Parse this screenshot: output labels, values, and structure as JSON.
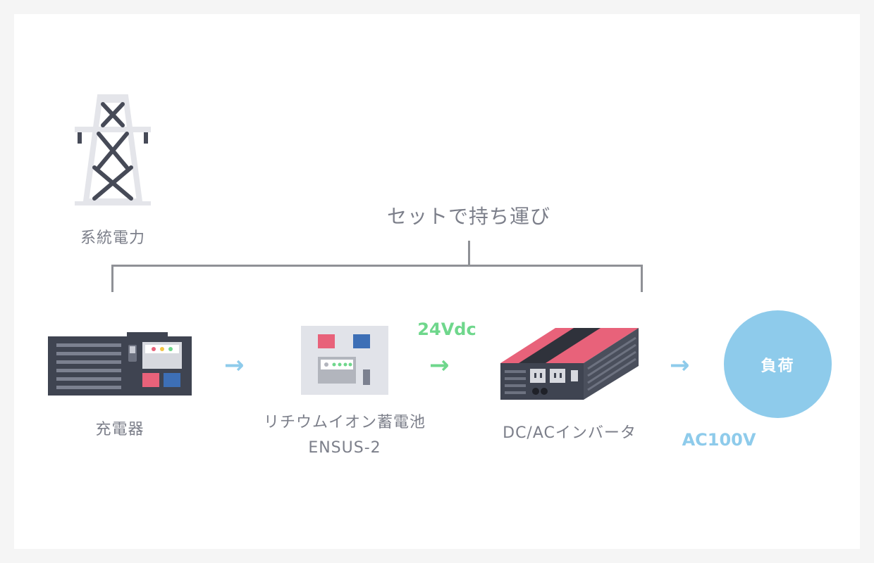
{
  "grid": {
    "label": "系統電力",
    "icon": "power-tower-icon"
  },
  "bracket": {
    "label": "セットで持ち運び"
  },
  "charger": {
    "label": "充電器",
    "icon": "charger-icon"
  },
  "battery": {
    "label": "リチウムイオン蓄電池",
    "model": "ENSUS-2",
    "icon": "battery-unit-icon"
  },
  "voltage_dc": "24Vdc",
  "inverter": {
    "label": "DC/ACインバータ",
    "icon": "inverter-icon"
  },
  "voltage_ac": "AC100V",
  "load": {
    "label": "負荷"
  },
  "colors": {
    "arrow_blue": "#8ecbeb",
    "arrow_green": "#6fd78c",
    "accent_red": "#e8627a",
    "accent_blue": "#3d6fb6",
    "device_dark": "#3f4451",
    "label_gray": "#7c7f8a"
  }
}
